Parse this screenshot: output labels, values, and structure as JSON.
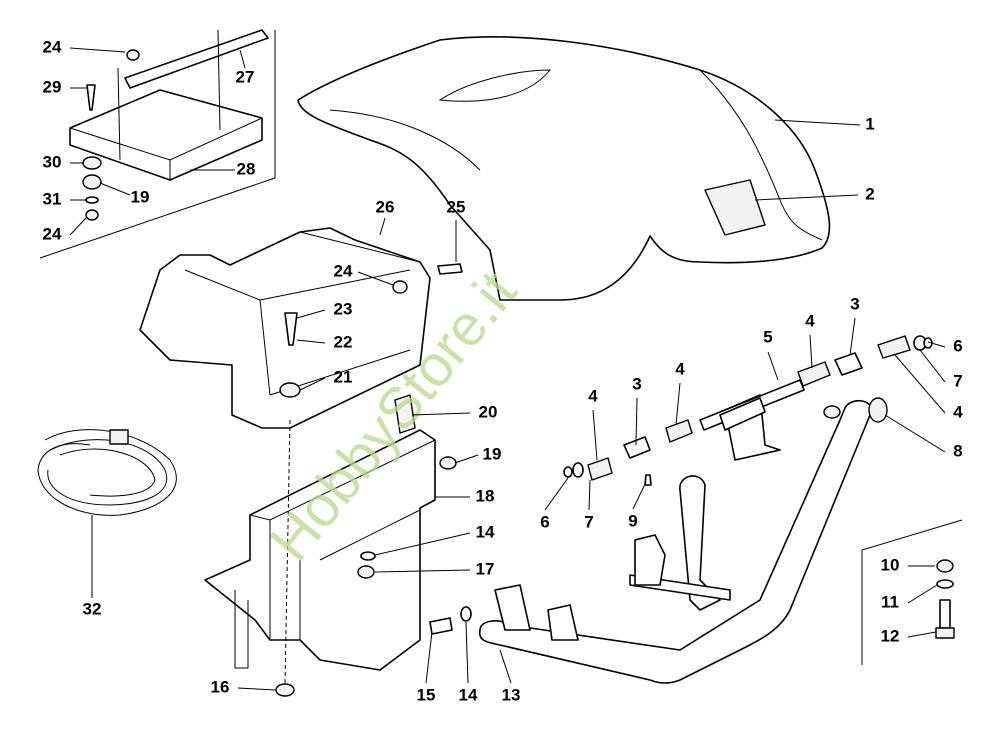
{
  "watermark": "HobbyStore.it",
  "callouts": {
    "c1": "1",
    "c2": "2",
    "c3a": "3",
    "c3b": "3",
    "c4a": "4",
    "c4b": "4",
    "c4c": "4",
    "c4d": "4",
    "c5": "5",
    "c6a": "6",
    "c6b": "6",
    "c7a": "7",
    "c7b": "7",
    "c8": "8",
    "c9": "9",
    "c10": "10",
    "c11": "11",
    "c12": "12",
    "c13": "13",
    "c14a": "14",
    "c14b": "14",
    "c15": "15",
    "c16": "16",
    "c17": "17",
    "c18": "18",
    "c19a": "19",
    "c19b": "19",
    "c20": "20",
    "c21": "21",
    "c22": "22",
    "c23": "23",
    "c24a": "24",
    "c24b": "24",
    "c24c": "24",
    "c25": "25",
    "c26": "26",
    "c27": "27",
    "c28": "28",
    "c29": "29",
    "c30": "30",
    "c31": "31",
    "c32": "32"
  }
}
